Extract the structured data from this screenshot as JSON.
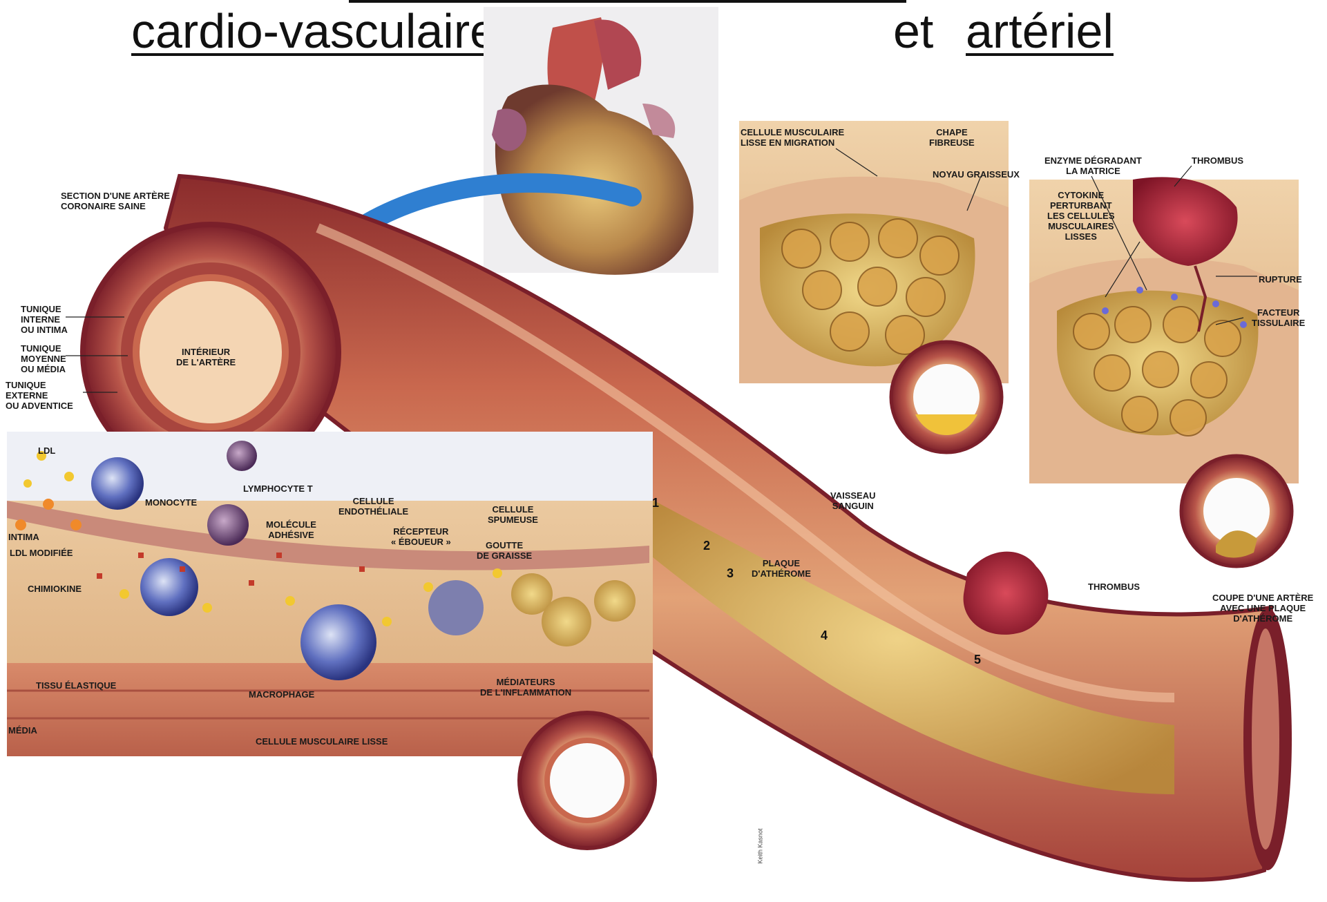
{
  "title": {
    "part1": "cardio-vasculaire",
    "part2": "et",
    "part3": "artériel"
  },
  "labels": {
    "section_saine": "SECTION D'UNE ARTÈRE\nCORONAIRE SAINE",
    "tunique_interne": "TUNIQUE\nINTERNE\nOU INTIMA",
    "tunique_moyenne": "TUNIQUE\nMOYENNE\nOU MÉDIA",
    "tunique_externe": "TUNIQUE\nEXTERNE\nOU ADVENTICE",
    "interieur": "INTÉRIEUR\nDE L'ARTÈRE",
    "ldl": "LDL",
    "monocyte": "MONOCYTE",
    "lymphocyte": "LYMPHOCYTE T",
    "molecule": "MOLÉCULE\nADHÉSIVE",
    "cellule_endo": "CELLULE\nENDOTHÉLIALE",
    "recepteur": "RÉCEPTEUR\n« ÉBOUEUR »",
    "cellule_spumeuse": "CELLULE\nSPUMEUSE",
    "goutte": "GOUTTE\nDE GRAISSE",
    "intima": "INTIMA",
    "ldl_modifiee": "LDL MODIFIÉE",
    "chimiokine": "CHIMIOKINE",
    "tissu_elastique": "TISSU ÉLASTIQUE",
    "macrophage": "MACROPHAGE",
    "mediateurs": "MÉDIATEURS\nDE L'INFLAMMATION",
    "media": "MÉDIA",
    "cellule_musc_lisse": "CELLULE MUSCULAIRE LISSE",
    "cellule_migration": "CELLULE MUSCULAIRE\nLISSE EN MIGRATION",
    "chape": "CHAPE\nFIBREUSE",
    "noyau": "NOYAU GRAISSEUX",
    "enzyme": "ENZYME DÉGRADANT\nLA MATRICE",
    "thrombus_top": "THROMBUS",
    "cytokine": "CYTOKINE\nPERTURBANT\nLES CELLULES\nMUSCULAIRES\nLISSES",
    "rupture": "RUPTURE",
    "facteur": "FACTEUR\nTISSULAIRE",
    "vaisseau": "VAISSEAU\nSANGUIN",
    "plaque": "PLAQUE\nD'ATHÉROME",
    "thrombus_mid": "THROMBUS",
    "coupe": "COUPE D'UNE ARTÈRE\nAVEC UNE PLAQUE\nD'ATHÉROME",
    "credit": "Keith Kasnot"
  },
  "numbers": [
    "1",
    "2",
    "3",
    "4",
    "5"
  ],
  "colors": {
    "artery_wall": "#b8584a",
    "artery_lumen": "#e8b08a",
    "tissue": "#e6c49a",
    "plaque": "#d6b04a",
    "thrombus": "#b0263a",
    "arrow": "#2f7fd1",
    "cell_blue": "#3a4aa0"
  }
}
